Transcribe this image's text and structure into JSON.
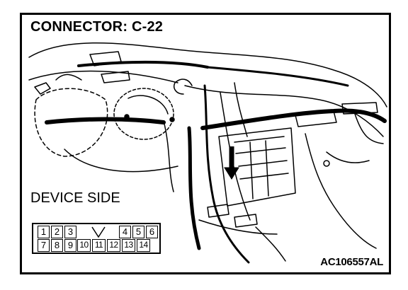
{
  "title": "CONNECTOR: C-22",
  "device_label": "DEVICE SIDE",
  "diagram_code": "AC106557AL",
  "connector": {
    "top_row": [
      "1",
      "2",
      "3",
      "4",
      "5",
      "6"
    ],
    "bottom_row": [
      "7",
      "8",
      "9",
      "10",
      "11",
      "12",
      "13",
      "14"
    ]
  },
  "colors": {
    "line": "#000000",
    "background": "#ffffff"
  },
  "icons": {
    "locating_arrow": "down-arrow-icon",
    "connector_key": "v-key-icon"
  }
}
